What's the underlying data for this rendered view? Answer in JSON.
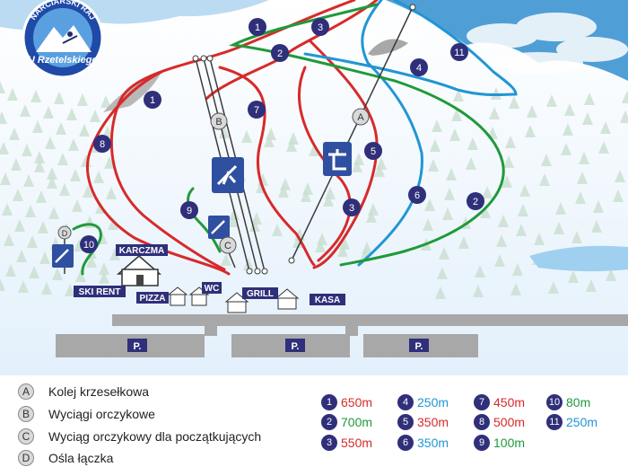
{
  "logo": {
    "arc_text": "NARCIARSKI RAJ",
    "name": "U Rzetelskiego"
  },
  "colors": {
    "red": "#d72a2a",
    "green": "#1f9a3a",
    "blue": "#2196d3",
    "lift": "#3a3a3a",
    "badge": "#2f2f7a"
  },
  "run_markers": [
    "1",
    "3",
    "2",
    "4",
    "11",
    "1",
    "7",
    "8",
    "5",
    "3",
    "6",
    "2",
    "9",
    "10"
  ],
  "lift_markers": [
    "A",
    "B",
    "C",
    "D"
  ],
  "buildings": {
    "karczma": "KARCZMA",
    "ski_rent": "SKI RENT",
    "pizza": "PIZZA",
    "wc": "WC",
    "grill": "GRILL",
    "kasa": "KASA"
  },
  "parking": [
    "P.",
    "P.",
    "P."
  ],
  "legend": [
    {
      "letter": "A",
      "label": "Kolej krzesełkowa"
    },
    {
      "letter": "B",
      "label": "Wyciągi orczykowe"
    },
    {
      "letter": "C",
      "label": "Wyciąg orczykowy dla początkujących"
    },
    {
      "letter": "D",
      "label": "Ośla łączka"
    }
  ],
  "lengths": [
    {
      "num": "1",
      "len": "650m",
      "color": "#d72a2a"
    },
    {
      "num": "2",
      "len": "700m",
      "color": "#1f9a3a"
    },
    {
      "num": "3",
      "len": "550m",
      "color": "#d72a2a"
    },
    {
      "num": "4",
      "len": "250m",
      "color": "#2196d3"
    },
    {
      "num": "5",
      "len": "350m",
      "color": "#d72a2a"
    },
    {
      "num": "6",
      "len": "350m",
      "color": "#2196d3"
    },
    {
      "num": "7",
      "len": "450m",
      "color": "#d72a2a"
    },
    {
      "num": "8",
      "len": "500m",
      "color": "#d72a2a"
    },
    {
      "num": "9",
      "len": "100m",
      "color": "#1f9a3a"
    },
    {
      "num": "10",
      "len": "80m",
      "color": "#1f9a3a"
    },
    {
      "num": "11",
      "len": "250m",
      "color": "#2196d3"
    }
  ]
}
